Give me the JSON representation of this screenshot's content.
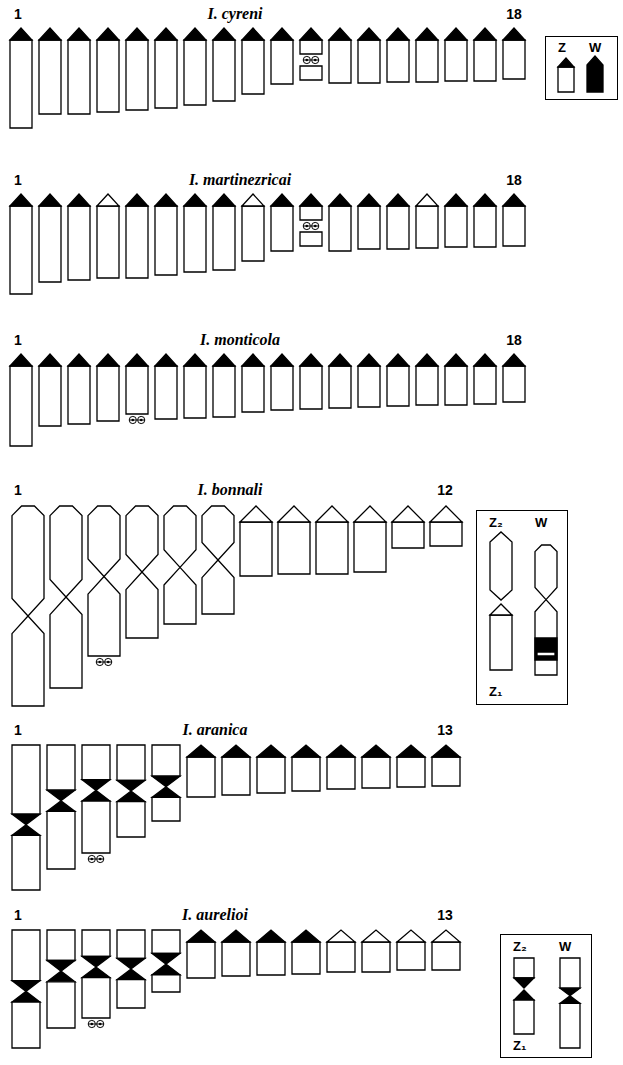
{
  "diagram": {
    "nodes": [
      {
        "text": [
          "Z",
          "W"
        ]
      },
      {
        "text": [
          "Z₂",
          "W",
          "Z₁"
        ]
      },
      {
        "text": [
          "Z₂",
          "W",
          "Z₁"
        ]
      }
    ],
    "labels": [
      "1",
      "I. cyreni",
      "18",
      "1",
      "I. martinezricai",
      "18",
      "1",
      "I. monticola",
      "18",
      "1",
      "I. bonnali",
      "12",
      "1",
      "I. aranica",
      "13",
      "1",
      "I. aurelioi",
      "13"
    ]
  }
}
